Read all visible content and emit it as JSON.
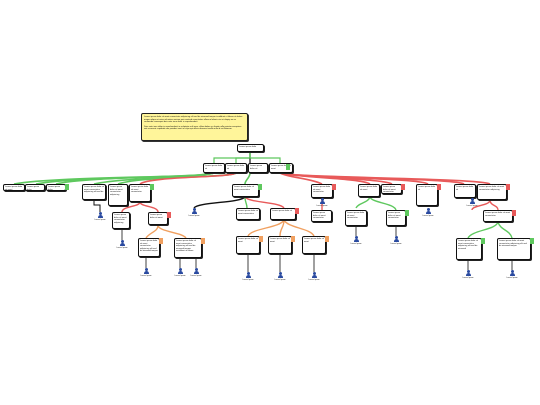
{
  "note": {
    "p1": "Lorem ipsum dolor sit amet consectetur adipiscing elit sed do eiusmod tempor incididunt ut labore et dolore magna aliqua ut enim ad minim veniam quis nostrud exercitation ullamco laboris nisi ut aliquip ex ea commodo consequat duis aute irure dolor in reprehenderit.",
    "p2": "Duis aute irure dolor in reprehenderit in voluptate velit esse cillum dolore eu fugiat nulla pariatur excepteur sint occaecat cupidatat non proident sunt in culpa qui officia deserunt mollit anim id est laborum."
  },
  "nodes": {
    "root": "Lorem ipsum dolor",
    "l1a": "Lorem ipsum dolor sit",
    "l1b": "Lorem ipsum dolor sit",
    "l1c": "Lorem ipsum dolor sit",
    "l1d": "Lorem ipsum dolor sit amet",
    "a1": "Lorem ipsum dolor sit amet",
    "a2": "Lorem ipsum dolor",
    "a3": "Lorem ipsum dolor",
    "b1": "Lorem ipsum dolor sit amet consectetur adipiscing elit sed do",
    "b2": "Lorem ipsum dolor sit amet consectetur adipiscing",
    "b3": "Lorem ipsum dolor sit amet consectetur",
    "c1": "Lorem ipsum dolor sit amet consectetur",
    "d1": "Lorem ipsum dolor sit amet consectetur",
    "e1": "Lorem ipsum dolor sit amet",
    "e2": "Lorem ipsum dolor sit amet consectetur",
    "e3": "Lorem ipsum dolor sit",
    "f1": "Lorem ipsum dolor sit amet consectetur adipiscing",
    "f2": "Lorem ipsum dolor sit amet",
    "g1": "Lorem ipsum dolor sit",
    "g2": "Lorem ipsum dolor sit amet consectetur adipiscing",
    "h1": "Lorem ipsum dolor sit amet consectetur",
    "h2": "Lorem ipsum dolor sit",
    "i1": "Lorem ipsum dolor sit amet consectetur",
    "i2": "Lorem ipsum dolor sit amet consectetur",
    "j1": "Lorem ipsum dolor sit amet consectetur adipiscing elit sed do eiusmod tempor",
    "j2": "Lorem ipsum dolor sit amet consectetur adipiscing elit sed do eiusmod tempor incididunt ut labore",
    "k1": "Lorem ipsum dolor sit amet",
    "k2": "Lorem ipsum dolor sit amet",
    "k3": "Lorem ipsum dolor sit amet",
    "m1": "Lorem ipsum dolor sit amet consectetur",
    "n1": "Lorem ipsum dolor sit amet consectetur",
    "o1": "Lorem ipsum dolor sit amet consectetur adipiscing elit sed do eiusmod",
    "o2": "Lorem ipsum dolor sit amet consectetur adipiscing elit sed do eiusmod tempor"
  },
  "people": {
    "p1": "Lorem Ipsum",
    "p2": "Lorem Ipsum",
    "p3": "Lorem Ipsum",
    "p4": "Lorem Ipsum",
    "p5": "Lorem Ipsum",
    "p6": "Lorem Ipsum",
    "p7": "Lorem Ipsum",
    "p8": "Lorem Ipsum",
    "p9": "Lorem Ipsum",
    "p10": "Lorem Ipsum",
    "p11": "Lorem Ipsum",
    "p12": "Lorem Ipsum",
    "p13": "Lorem Ipsum",
    "p14": "Lorem Ipsum",
    "p15": "Lorem Ipsum",
    "p16": "Lorem Ipsum"
  },
  "colors": {
    "green": "#5ec85e",
    "red": "#e85a5a",
    "orange": "#f0a060",
    "black": "#111111",
    "note_bg": "#fff59a",
    "person": "#2a4aa0"
  }
}
